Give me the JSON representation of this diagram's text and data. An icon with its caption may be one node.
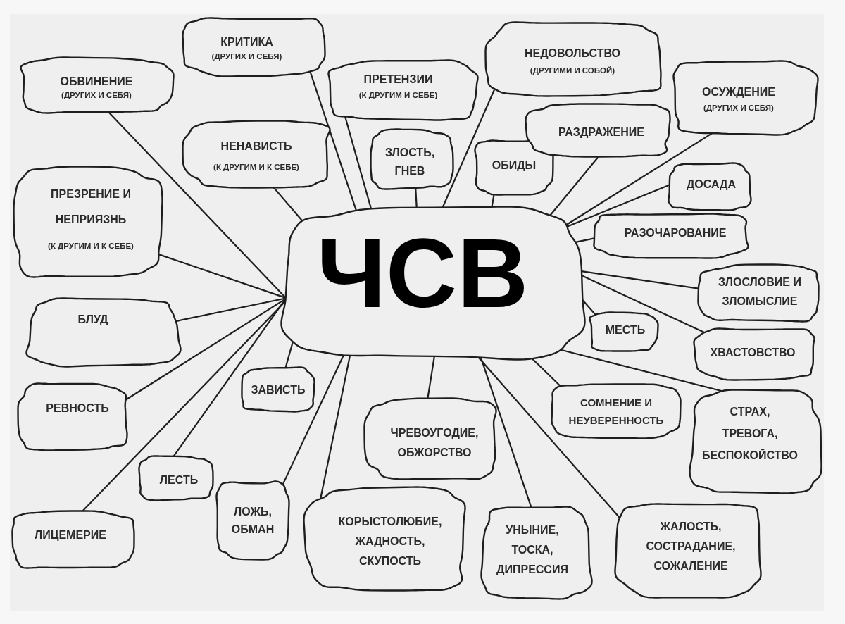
{
  "diagram": {
    "nodes": [
      {
        "text": [
          "ЧСВ"
        ]
      },
      {
        "text": [
          "ОБВИНЕНИЕ",
          "(ДРУГИХ И СЕБЯ)"
        ]
      },
      {
        "text": [
          "КРИТИКА",
          "(ДРУГИХ И СЕБЯ)"
        ]
      },
      {
        "text": [
          "ПРЕТЕНЗИИ",
          "(К ДРУГИМ И СЕБЕ)"
        ]
      },
      {
        "text": [
          "НЕДОВОЛЬСТВО",
          "(ДРУГИМИ И СОБОЙ)"
        ]
      },
      {
        "text": [
          "ОСУЖДЕНИЕ",
          "(ДРУГИХ И СЕБЯ)"
        ]
      },
      {
        "text": [
          "НЕНАВИСТЬ",
          "(К ДРУГИМ И К СЕБЕ)"
        ]
      },
      {
        "text": [
          "ЗЛОСТЬ, ГНЕВ"
        ]
      },
      {
        "text": [
          "ОБИДЫ"
        ]
      },
      {
        "text": [
          "РАЗДРАЖЕНИЕ"
        ]
      },
      {
        "text": [
          "ДОСАДА"
        ]
      },
      {
        "text": [
          "ПРЕЗРЕНИЕ И НЕПРИЯЗНЬ",
          "(К ДРУГИМ И К СЕБЕ)"
        ]
      },
      {
        "text": [
          "РАЗОЧАРОВАНИЕ"
        ]
      },
      {
        "text": [
          "ЗЛОСЛОВИЕ И ЗЛОМЫСЛИЕ"
        ]
      },
      {
        "text": [
          "БЛУД"
        ]
      },
      {
        "text": [
          "МЕСТЬ"
        ]
      },
      {
        "text": [
          "ХВАСТОВСТВО"
        ]
      },
      {
        "text": [
          "ЗАВИСТЬ"
        ]
      },
      {
        "text": [
          "РЕВНОСТЬ"
        ]
      },
      {
        "text": [
          "СОМНЕНИЕ И НЕУВЕРЕННОСТЬ"
        ]
      },
      {
        "text": [
          "ЧРЕВОУГОДИЕ, ОБЖОРСТВО"
        ]
      },
      {
        "text": [
          "СТРАХ, ТРЕВОГА, БЕСПОКОЙСТВО"
        ]
      },
      {
        "text": [
          "ЛЕСТЬ"
        ]
      },
      {
        "text": [
          "ЛОЖЬ, ОБМАН"
        ]
      },
      {
        "text": [
          "КОРЫСТОЛЮБИЕ, ЖАДНОСТЬ, СКУПОСТЬ"
        ]
      },
      {
        "text": [
          "УНЫНИЕ, ТОСКА, ДИПРЕССИЯ"
        ]
      },
      {
        "text": [
          "ЛИЦЕМЕРИЕ"
        ]
      },
      {
        "text": [
          "ЖАЛОСТЬ, СОСТРАДАНИЕ, СОЖАЛЕНИЕ"
        ]
      }
    ],
    "edges": [
      {
        "from": 0,
        "to": 1,
        "arrow": "none"
      },
      {
        "from": 0,
        "to": 2,
        "arrow": "none"
      },
      {
        "from": 0,
        "to": 3,
        "arrow": "none"
      },
      {
        "from": 0,
        "to": 4,
        "arrow": "none"
      },
      {
        "from": 0,
        "to": 5,
        "arrow": "none"
      },
      {
        "from": 0,
        "to": 6,
        "arrow": "none"
      },
      {
        "from": 0,
        "to": 7,
        "arrow": "none"
      },
      {
        "from": 0,
        "to": 8,
        "arrow": "none"
      },
      {
        "from": 0,
        "to": 9,
        "arrow": "none"
      },
      {
        "from": 0,
        "to": 10,
        "arrow": "none"
      },
      {
        "from": 0,
        "to": 11,
        "arrow": "none"
      },
      {
        "from": 0,
        "to": 12,
        "arrow": "none"
      },
      {
        "from": 0,
        "to": 13,
        "arrow": "none"
      },
      {
        "from": 0,
        "to": 14,
        "arrow": "none"
      },
      {
        "from": 0,
        "to": 15,
        "arrow": "none"
      },
      {
        "from": 0,
        "to": 16,
        "arrow": "none"
      },
      {
        "from": 0,
        "to": 17,
        "arrow": "none"
      },
      {
        "from": 0,
        "to": 18,
        "arrow": "none"
      },
      {
        "from": 0,
        "to": 19,
        "arrow": "none"
      },
      {
        "from": 0,
        "to": 20,
        "arrow": "none"
      },
      {
        "from": 0,
        "to": 21,
        "arrow": "none"
      },
      {
        "from": 0,
        "to": 22,
        "arrow": "none"
      },
      {
        "from": 0,
        "to": 23,
        "arrow": "none"
      },
      {
        "from": 0,
        "to": 24,
        "arrow": "none"
      },
      {
        "from": 0,
        "to": 25,
        "arrow": "none"
      },
      {
        "from": 0,
        "to": 26,
        "arrow": "none"
      },
      {
        "from": 0,
        "to": 27,
        "arrow": "none"
      }
    ]
  }
}
